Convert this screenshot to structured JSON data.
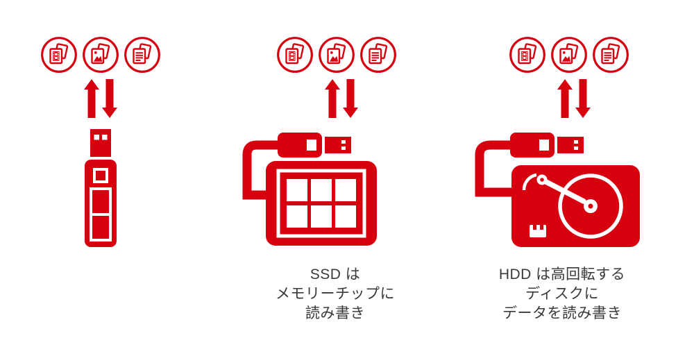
{
  "colors": {
    "accent": "#d7000f",
    "caption": "#3a3a3a",
    "background": "#ffffff"
  },
  "diagram": {
    "media_icons": [
      {
        "name": "video-files-icon"
      },
      {
        "name": "image-files-icon"
      },
      {
        "name": "document-files-icon"
      }
    ],
    "transfer_icons": [
      {
        "name": "arrow-up-icon"
      },
      {
        "name": "arrow-down-icon"
      }
    ],
    "columns": [
      {
        "device": "usb-flash-drive",
        "caption_lines": []
      },
      {
        "device": "external-ssd",
        "caption_lines": [
          "SSD は",
          "メモリーチップに",
          "読み書き"
        ]
      },
      {
        "device": "external-hdd",
        "caption_lines": [
          "HDD は高回転する",
          "ディスクに",
          "データを読み書き"
        ]
      }
    ]
  }
}
